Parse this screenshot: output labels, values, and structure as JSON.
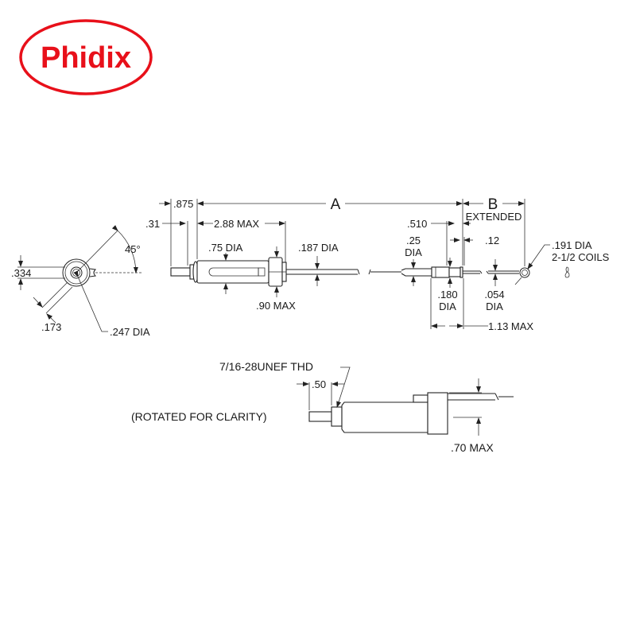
{
  "logo": {
    "text": "Phidix",
    "color": "#e8101a"
  },
  "end_view": {
    "angle_label": "45°",
    "width_label": ".334",
    "offset_label": ".173",
    "hole_label": ".247 DIA"
  },
  "side_view": {
    "dim_875": ".875",
    "dim_31": ".31",
    "dim_288": "2.88 MAX",
    "dim_A": "A",
    "dim_B": "B",
    "extended": "EXTENDED",
    "dia_75": ".75 DIA",
    "max_90": ".90 MAX",
    "dia_187": ".187 DIA",
    "dim_510": ".510",
    "dia_25_a": ".25",
    "dia_25_b": "DIA",
    "dim_12": ".12",
    "dia_180_a": ".180",
    "dia_180_b": "DIA",
    "dia_054_a": ".054",
    "dia_054_b": "DIA",
    "max_113": "1.13 MAX",
    "coil_dia": ".191 DIA",
    "coils": "2-1/2 COILS"
  },
  "rotated_view": {
    "thread_label": "7/16-28UNEF THD",
    "dim_50": ".50",
    "note": "(ROTATED FOR CLARITY)",
    "max_70": ".70 MAX"
  }
}
